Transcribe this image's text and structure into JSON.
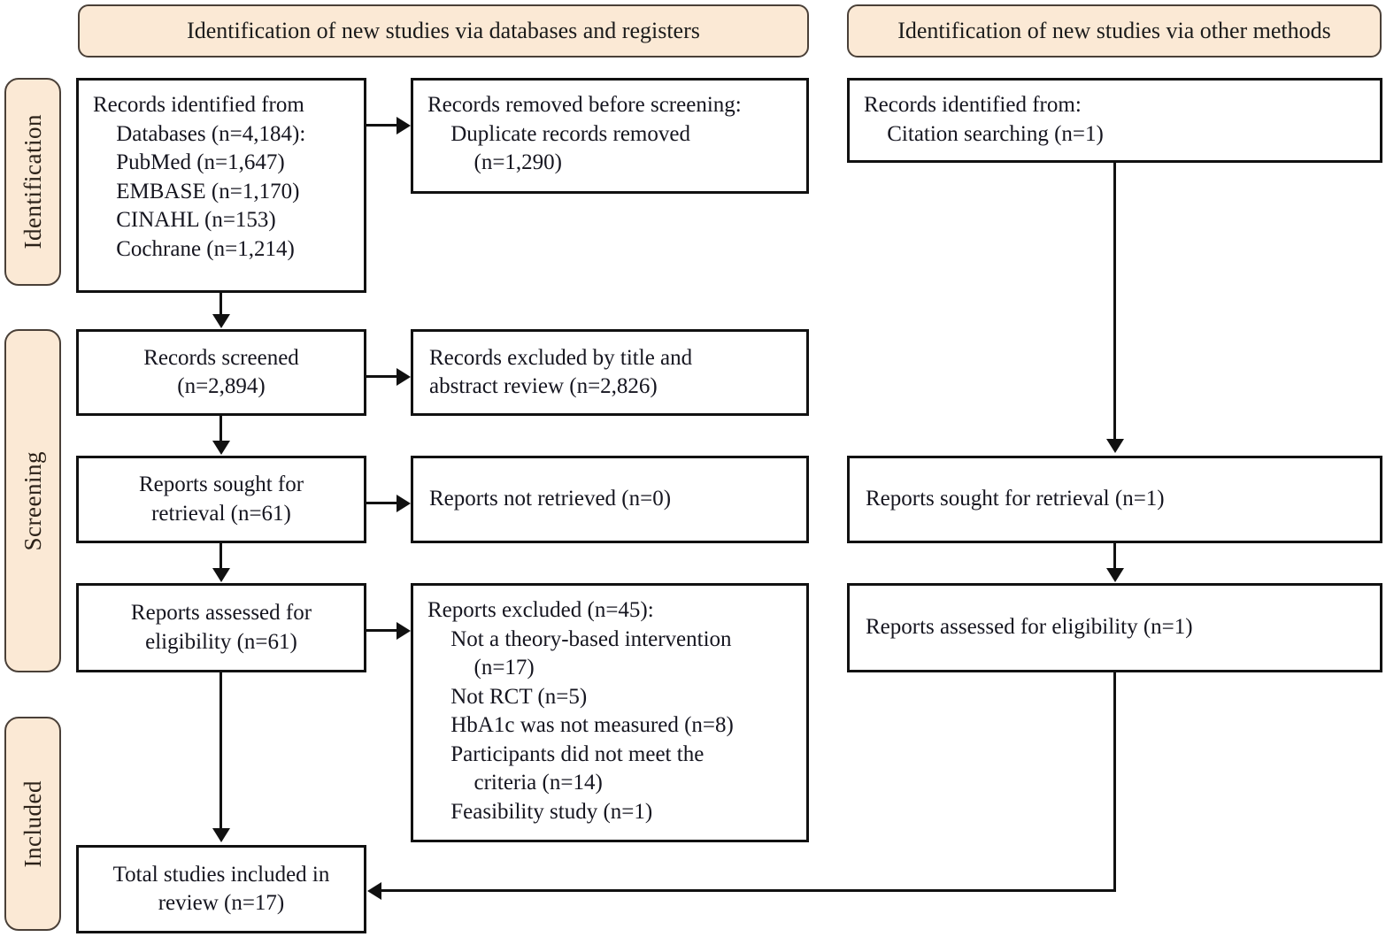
{
  "headers": {
    "left": "Identification of new studies via databases and registers",
    "right": "Identification of new studies via other methods"
  },
  "stages": {
    "identification": "Identification",
    "screening": "Screening",
    "included": "Included"
  },
  "colors": {
    "stage_fill": "#fbe9d5",
    "stage_border": "#4a4038",
    "box_border": "#111111",
    "box_fill": "#ffffff",
    "text": "#15151f"
  },
  "left_column": {
    "records_identified": {
      "line1": "Records identified from",
      "line2": "Databases (n=4,184):",
      "line3": "PubMed (n=1,647)",
      "line4": "EMBASE (n=1,170)",
      "line5": "CINAHL (n=153)",
      "line6": "Cochrane (n=1,214)"
    },
    "records_removed": {
      "line1": "Records removed before screening:",
      "line2": "Duplicate records removed",
      "line3": "(n=1,290)"
    },
    "records_screened": {
      "line1": "Records screened",
      "line2": "(n=2,894)"
    },
    "records_excluded": {
      "line1": "Records excluded by title and",
      "line2": "abstract review (n=2,826)"
    },
    "reports_sought": {
      "line1": "Reports sought for",
      "line2": "retrieval (n=61)"
    },
    "reports_not_retrieved": {
      "line1": "Reports not retrieved (n=0)"
    },
    "reports_assessed": {
      "line1": "Reports assessed for",
      "line2": "eligibility (n=61)"
    },
    "reports_excluded": {
      "line1": "Reports excluded (n=45):",
      "line2": "Not a theory-based intervention",
      "line3": "(n=17)",
      "line4": "Not RCT (n=5)",
      "line5": "HbA1c was not measured (n=8)",
      "line6": "Participants did not meet the",
      "line7": "criteria (n=14)",
      "line8": "Feasibility study (n=1)"
    },
    "total_included": {
      "line1": "Total studies included in",
      "line2": "review (n=17)"
    }
  },
  "right_column": {
    "records_identified": {
      "line1": "Records identified from:",
      "line2": "Citation searching (n=1)"
    },
    "reports_sought": {
      "line1": "Reports sought for retrieval (n=1)"
    },
    "reports_assessed": {
      "line1": "Reports assessed for eligibility (n=1)"
    }
  },
  "chart_data": {
    "type": "diagram",
    "title": "PRISMA 2020 flow diagram for new systematic reviews",
    "nodes": [
      {
        "id": "db_identified",
        "stage": "Identification",
        "column": "databases",
        "n": 4184,
        "breakdown": {
          "PubMed": 1647,
          "EMBASE": 1170,
          "CINAHL": 153,
          "Cochrane": 1214
        }
      },
      {
        "id": "duplicates_removed",
        "stage": "Identification",
        "column": "databases",
        "n": 1290
      },
      {
        "id": "records_screened",
        "stage": "Screening",
        "column": "databases",
        "n": 2894
      },
      {
        "id": "records_excluded_title_abstract",
        "stage": "Screening",
        "column": "databases",
        "n": 2826
      },
      {
        "id": "reports_sought",
        "stage": "Screening",
        "column": "databases",
        "n": 61
      },
      {
        "id": "reports_not_retrieved",
        "stage": "Screening",
        "column": "databases",
        "n": 0
      },
      {
        "id": "reports_assessed",
        "stage": "Screening",
        "column": "databases",
        "n": 61
      },
      {
        "id": "reports_excluded",
        "stage": "Screening",
        "column": "databases",
        "n": 45,
        "reasons": {
          "Not a theory-based intervention": 17,
          "Not RCT": 5,
          "HbA1c was not measured": 8,
          "Participants did not meet the criteria": 14,
          "Feasibility study": 1
        }
      },
      {
        "id": "other_identified_citation",
        "stage": "Identification",
        "column": "other",
        "n": 1
      },
      {
        "id": "other_reports_sought",
        "stage": "Screening",
        "column": "other",
        "n": 1
      },
      {
        "id": "other_reports_assessed",
        "stage": "Screening",
        "column": "other",
        "n": 1
      },
      {
        "id": "total_included",
        "stage": "Included",
        "column": "merged",
        "n": 17
      }
    ]
  }
}
